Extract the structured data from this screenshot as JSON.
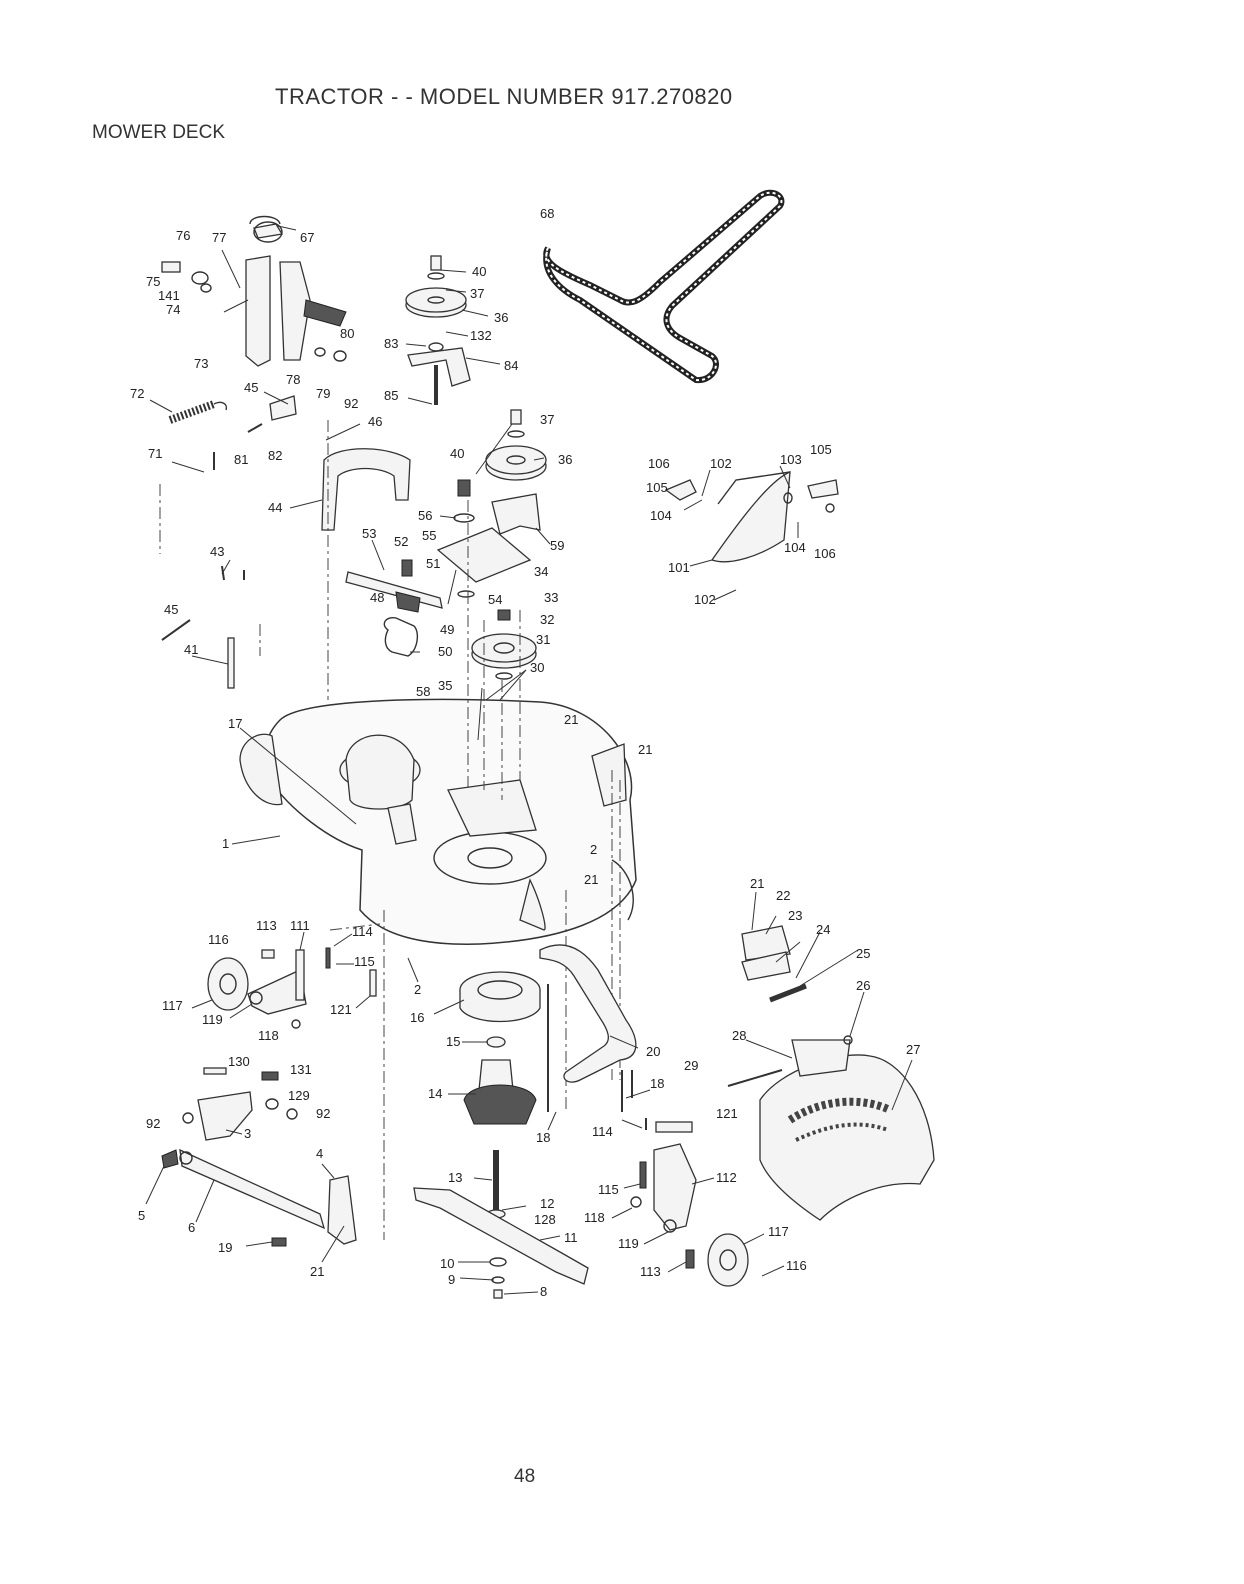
{
  "header": {
    "title": "TRACTOR - - MODEL NUMBER 917.270820",
    "subtitle": "MOWER DECK"
  },
  "footer": {
    "page_number": "48"
  },
  "callouts": [
    {
      "id": "c67",
      "text": "67"
    },
    {
      "id": "c68",
      "text": "68"
    },
    {
      "id": "c76",
      "text": "76"
    },
    {
      "id": "c77",
      "text": "77"
    },
    {
      "id": "c75",
      "text": "75"
    },
    {
      "id": "c141",
      "text": "141"
    },
    {
      "id": "c74",
      "text": "74"
    },
    {
      "id": "c73",
      "text": "73"
    },
    {
      "id": "c80",
      "text": "80"
    },
    {
      "id": "c78",
      "text": "78"
    },
    {
      "id": "c79",
      "text": "79"
    },
    {
      "id": "c92a",
      "text": "92"
    },
    {
      "id": "c40a",
      "text": "40"
    },
    {
      "id": "c37a",
      "text": "37"
    },
    {
      "id": "c36a",
      "text": "36"
    },
    {
      "id": "c132",
      "text": "132"
    },
    {
      "id": "c83",
      "text": "83"
    },
    {
      "id": "c84",
      "text": "84"
    },
    {
      "id": "c85",
      "text": "85"
    },
    {
      "id": "c72",
      "text": "72"
    },
    {
      "id": "c45a",
      "text": "45"
    },
    {
      "id": "c46",
      "text": "46"
    },
    {
      "id": "c71",
      "text": "71"
    },
    {
      "id": "c81",
      "text": "81"
    },
    {
      "id": "c82",
      "text": "82"
    },
    {
      "id": "c44",
      "text": "44"
    },
    {
      "id": "c37b",
      "text": "37"
    },
    {
      "id": "c40b",
      "text": "40"
    },
    {
      "id": "c36b",
      "text": "36"
    },
    {
      "id": "c56",
      "text": "56"
    },
    {
      "id": "c55",
      "text": "55"
    },
    {
      "id": "c59",
      "text": "59"
    },
    {
      "id": "c53",
      "text": "53"
    },
    {
      "id": "c52",
      "text": "52"
    },
    {
      "id": "c51",
      "text": "51"
    },
    {
      "id": "c34",
      "text": "34"
    },
    {
      "id": "c43",
      "text": "43"
    },
    {
      "id": "c48",
      "text": "48"
    },
    {
      "id": "c54",
      "text": "54"
    },
    {
      "id": "c33",
      "text": "33"
    },
    {
      "id": "c32",
      "text": "32"
    },
    {
      "id": "c49",
      "text": "49"
    },
    {
      "id": "c31",
      "text": "31"
    },
    {
      "id": "c45b",
      "text": "45"
    },
    {
      "id": "c41",
      "text": "41"
    },
    {
      "id": "c50",
      "text": "50"
    },
    {
      "id": "c30",
      "text": "30"
    },
    {
      "id": "c58",
      "text": "58"
    },
    {
      "id": "c35",
      "text": "35"
    },
    {
      "id": "c21a",
      "text": "21"
    },
    {
      "id": "c17",
      "text": "17"
    },
    {
      "id": "c21b",
      "text": "21"
    },
    {
      "id": "c1",
      "text": "1"
    },
    {
      "id": "c2a",
      "text": "2"
    },
    {
      "id": "c21c",
      "text": "21"
    },
    {
      "id": "c106a",
      "text": "106"
    },
    {
      "id": "c102a",
      "text": "102"
    },
    {
      "id": "c103",
      "text": "103"
    },
    {
      "id": "c105a",
      "text": "105"
    },
    {
      "id": "c105b",
      "text": "105"
    },
    {
      "id": "c104a",
      "text": "104"
    },
    {
      "id": "c104b",
      "text": "104"
    },
    {
      "id": "c106b",
      "text": "106"
    },
    {
      "id": "c101",
      "text": "101"
    },
    {
      "id": "c102b",
      "text": "102"
    },
    {
      "id": "c21d",
      "text": "21"
    },
    {
      "id": "c22",
      "text": "22"
    },
    {
      "id": "c23",
      "text": "23"
    },
    {
      "id": "c24",
      "text": "24"
    },
    {
      "id": "c25",
      "text": "25"
    },
    {
      "id": "c26",
      "text": "26"
    },
    {
      "id": "c28",
      "text": "28"
    },
    {
      "id": "c27",
      "text": "27"
    },
    {
      "id": "c29",
      "text": "29"
    },
    {
      "id": "c113a",
      "text": "113"
    },
    {
      "id": "c111",
      "text": "111"
    },
    {
      "id": "c114a",
      "text": "114"
    },
    {
      "id": "c116a",
      "text": "116"
    },
    {
      "id": "c115a",
      "text": "115"
    },
    {
      "id": "c117a",
      "text": "117"
    },
    {
      "id": "c119a",
      "text": "119"
    },
    {
      "id": "c121a",
      "text": "121"
    },
    {
      "id": "c118a",
      "text": "118"
    },
    {
      "id": "c2b",
      "text": "2"
    },
    {
      "id": "c16",
      "text": "16"
    },
    {
      "id": "c15",
      "text": "15"
    },
    {
      "id": "c20",
      "text": "20"
    },
    {
      "id": "c130",
      "text": "130"
    },
    {
      "id": "c131",
      "text": "131"
    },
    {
      "id": "c129",
      "text": "129"
    },
    {
      "id": "c92b",
      "text": "92"
    },
    {
      "id": "c92c",
      "text": "92"
    },
    {
      "id": "c3",
      "text": "3"
    },
    {
      "id": "c14",
      "text": "14"
    },
    {
      "id": "c18a",
      "text": "18"
    },
    {
      "id": "c18b",
      "text": "18"
    },
    {
      "id": "c121b",
      "text": "121"
    },
    {
      "id": "c114b",
      "text": "114"
    },
    {
      "id": "c4",
      "text": "4"
    },
    {
      "id": "c13",
      "text": "13"
    },
    {
      "id": "c112",
      "text": "112"
    },
    {
      "id": "c115b",
      "text": "115"
    },
    {
      "id": "c12",
      "text": "12"
    },
    {
      "id": "c128",
      "text": "128"
    },
    {
      "id": "c118b",
      "text": "118"
    },
    {
      "id": "c5",
      "text": "5"
    },
    {
      "id": "c6",
      "text": "6"
    },
    {
      "id": "c11",
      "text": "11"
    },
    {
      "id": "c119b",
      "text": "119"
    },
    {
      "id": "c117b",
      "text": "117"
    },
    {
      "id": "c19",
      "text": "19"
    },
    {
      "id": "c21e",
      "text": "21"
    },
    {
      "id": "c10",
      "text": "10"
    },
    {
      "id": "c9",
      "text": "9"
    },
    {
      "id": "c8",
      "text": "8"
    },
    {
      "id": "c113b",
      "text": "113"
    },
    {
      "id": "c116b",
      "text": "116"
    }
  ]
}
